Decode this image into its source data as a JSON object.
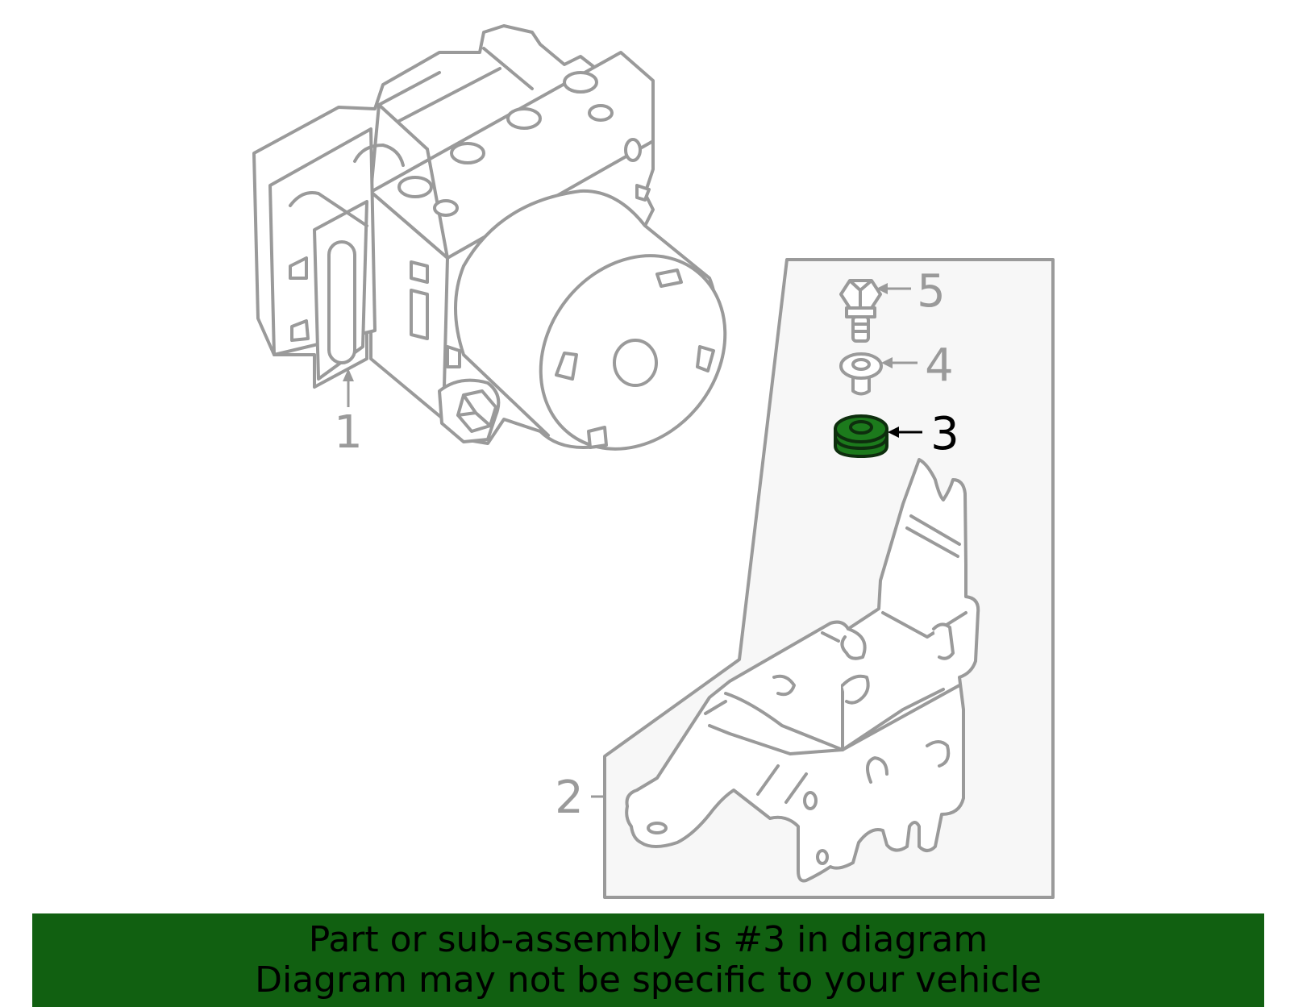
{
  "diagram": {
    "callouts": [
      {
        "label": "1",
        "highlighted": false
      },
      {
        "label": "2",
        "highlighted": false
      },
      {
        "label": "3",
        "highlighted": true
      },
      {
        "label": "4",
        "highlighted": false
      },
      {
        "label": "5",
        "highlighted": false
      }
    ],
    "colors": {
      "line": "#9a9a9a",
      "highlight": "#1c7a1c",
      "highlight_label": "#000000",
      "panel_fill": "#f7f7f7"
    }
  },
  "banner": {
    "line1": "Part or sub-assembly is #3 in diagram",
    "line2": "Diagram may not be specific to your vehicle",
    "background": "#116011"
  }
}
